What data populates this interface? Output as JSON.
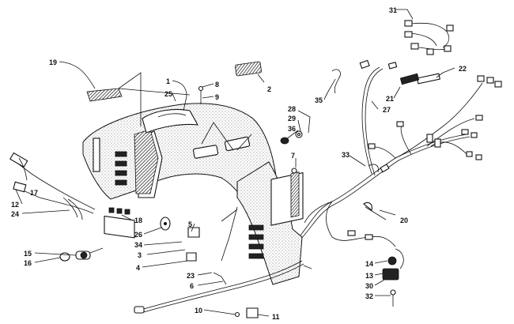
{
  "diagram": {
    "callouts": [
      {
        "id": "c31",
        "text": "31"
      },
      {
        "id": "c22",
        "text": "22"
      },
      {
        "id": "c19",
        "text": "19"
      },
      {
        "id": "c1",
        "text": "1"
      },
      {
        "id": "c8",
        "text": "8"
      },
      {
        "id": "c25",
        "text": "25"
      },
      {
        "id": "c9",
        "text": "9"
      },
      {
        "id": "c2",
        "text": "2"
      },
      {
        "id": "c35",
        "text": "35"
      },
      {
        "id": "c21",
        "text": "21"
      },
      {
        "id": "c27",
        "text": "27"
      },
      {
        "id": "c28",
        "text": "28"
      },
      {
        "id": "c29",
        "text": "29"
      },
      {
        "id": "c36",
        "text": "36"
      },
      {
        "id": "c7",
        "text": "7"
      },
      {
        "id": "c33",
        "text": "33"
      },
      {
        "id": "c17",
        "text": "17"
      },
      {
        "id": "c12",
        "text": "12"
      },
      {
        "id": "c24",
        "text": "24"
      },
      {
        "id": "c20",
        "text": "20"
      },
      {
        "id": "c18",
        "text": "18"
      },
      {
        "id": "c26",
        "text": "26"
      },
      {
        "id": "c5",
        "text": "5"
      },
      {
        "id": "c34",
        "text": "34"
      },
      {
        "id": "c3",
        "text": "3"
      },
      {
        "id": "c15",
        "text": "15"
      },
      {
        "id": "c16",
        "text": "16"
      },
      {
        "id": "c4",
        "text": "4"
      },
      {
        "id": "c14",
        "text": "14"
      },
      {
        "id": "c13",
        "text": "13"
      },
      {
        "id": "c30",
        "text": "30"
      },
      {
        "id": "c23",
        "text": "23"
      },
      {
        "id": "c6",
        "text": "6"
      },
      {
        "id": "c32",
        "text": "32"
      },
      {
        "id": "c10",
        "text": "10"
      },
      {
        "id": "c11",
        "text": "11"
      }
    ]
  }
}
